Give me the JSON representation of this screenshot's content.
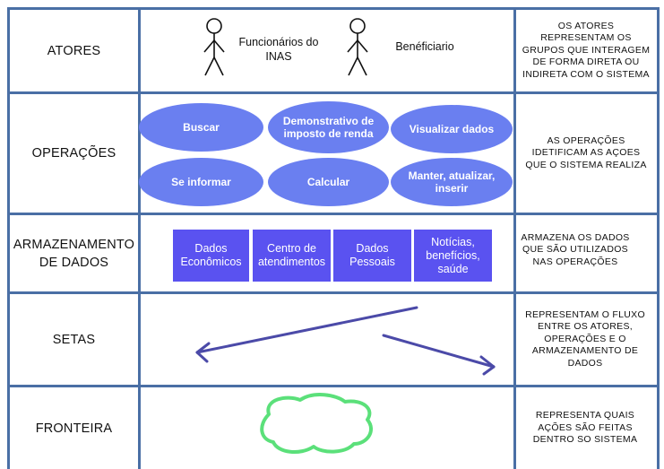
{
  "rows": [
    {
      "label": "ATORES",
      "description": "OS ATORES REPRESENTAM OS GRUPOS QUE INTERAGEM DE FORMA DIRETA OU INDIRETA COM O SISTEMA"
    },
    {
      "label": "OPERAÇÕES",
      "description": "AS OPERAÇÕES IDETIFICAM AS AÇOES QUE O SISTEMA REALIZA"
    },
    {
      "label": "ARMAZENAMENTO DE DADOS",
      "description": "ARMAZENA OS DADOS QUE SÃO UTILIZADOS NAS OPERAÇÕES"
    },
    {
      "label": "SETAS",
      "description": "REPRESENTAM O FLUXO ENTRE OS ATORES, OPERAÇÕES E O ARMAZENAMENTO DE DADOS"
    },
    {
      "label": "FRONTEIRA",
      "description": "REPRESENTA QUAIS AÇÕES SÃO FEITAS DENTRO SO SISTEMA"
    }
  ],
  "actors": [
    "Funcionários do INAS",
    "Benéficiario"
  ],
  "operations": [
    "Buscar",
    "Demonstrativo de imposto de renda",
    "Visualizar dados",
    "Se informar",
    "Calcular",
    "Manter, atualizar, inserir"
  ],
  "data_stores": [
    "Dados Econômicos",
    "Centro de atendimentos",
    "Dados Pessoais",
    "Notícias, benefícios, saúde"
  ],
  "colors": {
    "grid": "#4a6fa5",
    "oval": "#6a7ff0",
    "store": "#5a52f0",
    "arrow": "#4b4aa8",
    "boundary": "#5be07a"
  },
  "icons": [
    "stick-figure-icon",
    "arrow-icon",
    "boundary-cloud-icon"
  ]
}
